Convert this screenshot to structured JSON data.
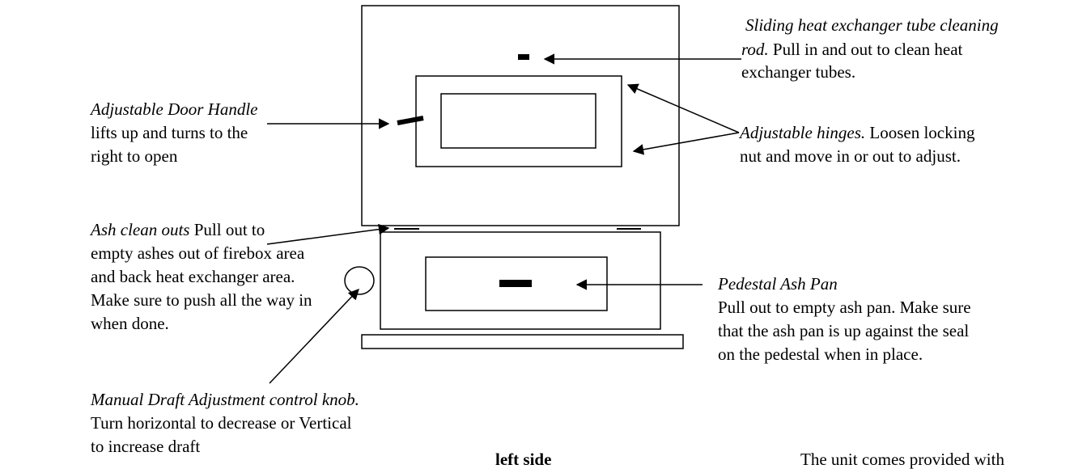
{
  "labels": {
    "cleaning_rod": {
      "title": "Sliding heat exchanger tube cleaning",
      "title_cont": "rod.",
      "desc_inline": " Pull in and out to clean heat",
      "desc_cont": "exchanger tubes."
    },
    "door_handle": {
      "title": "Adjustable Door Handle",
      "desc_1": "lifts up and turns to the",
      "desc_2": "right to open"
    },
    "hinges": {
      "title": "Adjustable hinges.",
      "desc_inline": " Loosen locking",
      "desc_cont": "nut and move in or out to adjust."
    },
    "ash_cleanouts": {
      "title": "Ash clean outs",
      "desc_inline": "  Pull out to",
      "desc_1": "empty ashes out of firebox area",
      "desc_2": "and back heat exchanger area.",
      "desc_3": "Make sure to push all the way in",
      "desc_4": "when done."
    },
    "ash_pan": {
      "title": "Pedestal Ash Pan",
      "desc_1": "Pull out to empty ash pan. Make sure",
      "desc_2": "that the ash pan is up against the seal",
      "desc_3": "on the pedestal when in place."
    },
    "draft_knob": {
      "title": "Manual Draft Adjustment control knob.",
      "desc_1": "Turn horizontal  to decrease or Vertical",
      "desc_2": "to increase draft"
    }
  },
  "cutoff_text": {
    "left": "left side",
    "right": "The unit comes provided with"
  }
}
